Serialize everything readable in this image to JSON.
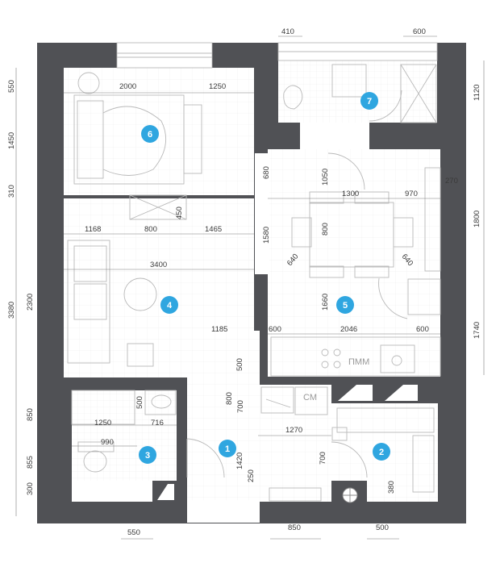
{
  "plan": {
    "dimensions_top": [
      "410",
      "600"
    ],
    "dimensions_left": [
      "550",
      "1450",
      "310",
      "3380",
      "2300",
      "850",
      "855",
      "300"
    ],
    "dimensions_right": [
      "1120",
      "1800",
      "1740"
    ],
    "dimensions_bottom": [
      "550",
      "850",
      "500"
    ],
    "dimensions_inner": [
      "2000",
      "1250",
      "450",
      "1168",
      "800",
      "1465",
      "3400",
      "1185",
      "680",
      "1580",
      "1050",
      "1300",
      "970",
      "270",
      "800",
      "640",
      "640",
      "1660",
      "600",
      "2046",
      "600",
      "500",
      "800",
      "700",
      "500",
      "1250",
      "716",
      "990",
      "1270",
      "1420",
      "250",
      "700",
      "380"
    ],
    "appliance_labels": [
      "ПММ",
      "СМ"
    ],
    "rooms": [
      {
        "number": "1"
      },
      {
        "number": "2"
      },
      {
        "number": "3"
      },
      {
        "number": "4"
      },
      {
        "number": "5"
      },
      {
        "number": "6"
      },
      {
        "number": "7"
      }
    ],
    "colors": {
      "walls": "#505155",
      "badge": "#2fa6e0",
      "furniture": "#b9b9b9"
    }
  }
}
